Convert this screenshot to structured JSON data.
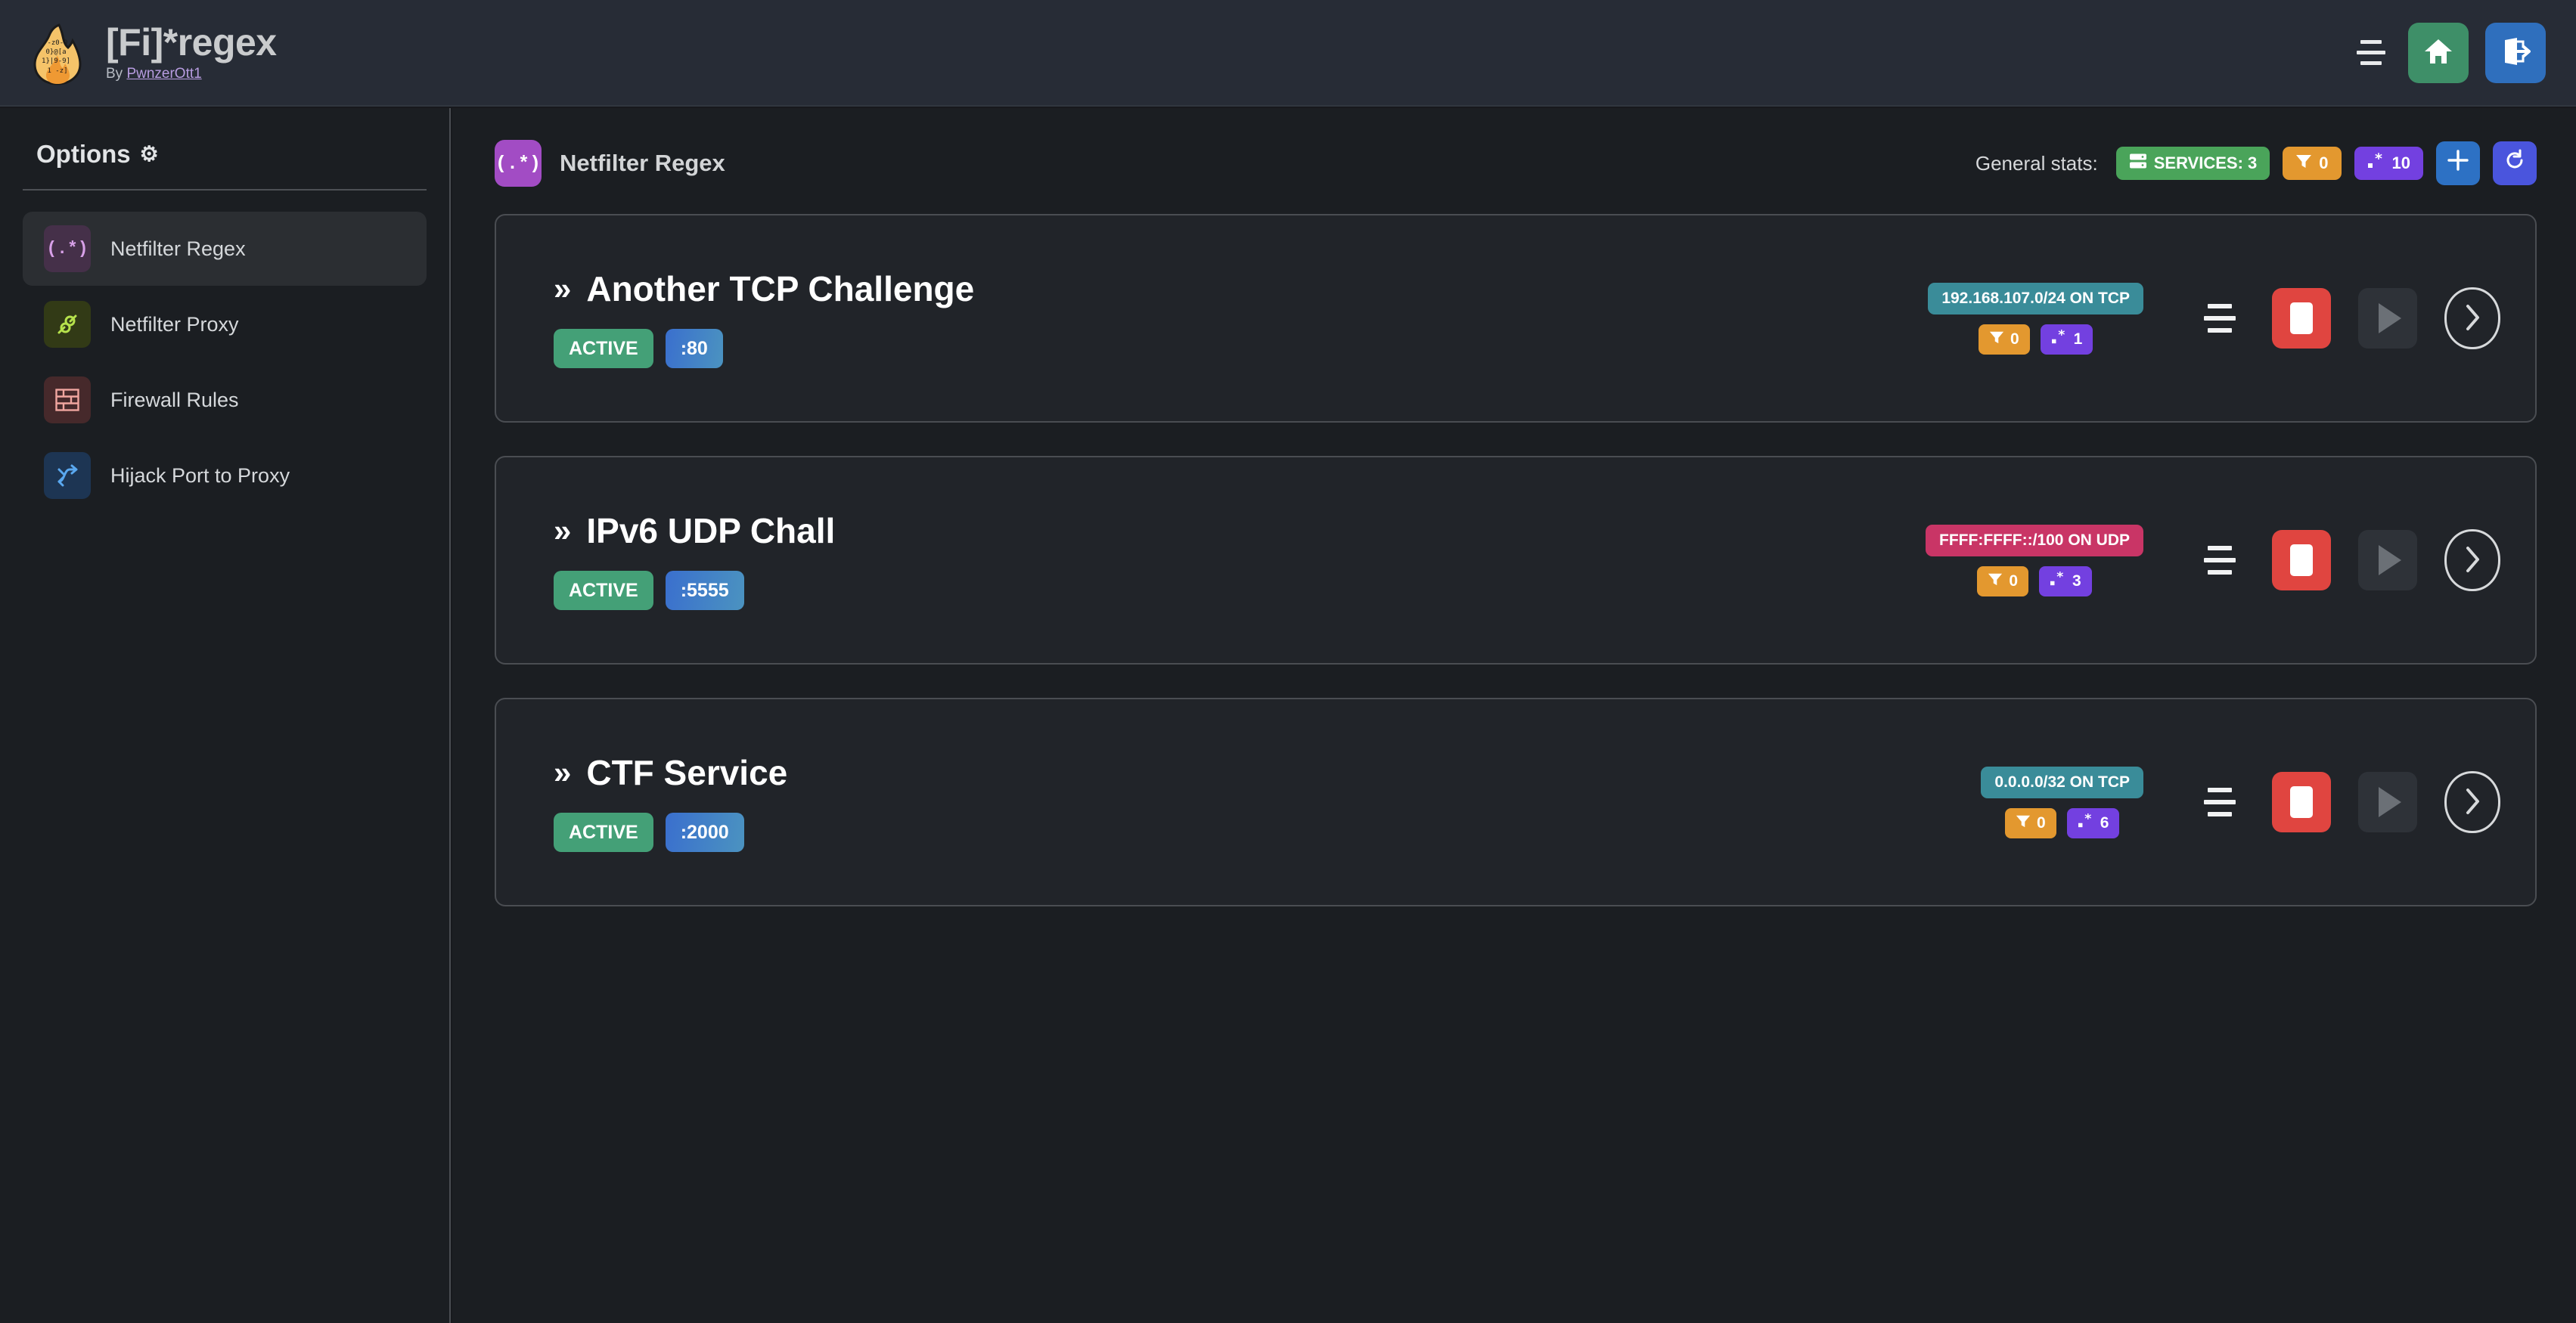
{
  "app": {
    "title": "[Fi]*regex",
    "by_prefix": "By ",
    "author": "PwnzerOtt1",
    "logo_icon": "flame-regex-logo"
  },
  "topbar": {
    "menu_icon": "hamburger-menu-icon",
    "home_icon": "home-icon",
    "logout_icon": "logout-icon",
    "home_color": "#3e8f68",
    "logout_color": "#2f6fbd"
  },
  "sidebar": {
    "title": "Options",
    "gear_icon": "gear-icon",
    "items": [
      {
        "label": "Netfilter Regex",
        "icon": "regex-icon",
        "glyph": "(.*)",
        "active": true
      },
      {
        "label": "Netfilter Proxy",
        "icon": "plug-icon",
        "glyph": "",
        "active": false
      },
      {
        "label": "Firewall Rules",
        "icon": "brick-wall-icon",
        "glyph": "",
        "active": false
      },
      {
        "label": "Hijack Port to Proxy",
        "icon": "fork-arrow-icon",
        "glyph": "",
        "active": false
      }
    ]
  },
  "main": {
    "page_icon": "regex-icon",
    "page_icon_glyph": "(.*)",
    "page_title": "Netfilter Regex",
    "stats": {
      "label": "General stats:",
      "services": {
        "icon": "server-icon",
        "label": "SERVICES: 3",
        "color": "#4aa45a"
      },
      "filters": {
        "icon": "filter-icon",
        "value": "0",
        "color": "#e3982f"
      },
      "regexes": {
        "icon": "regex-star-icon",
        "value": "10",
        "color": "#7340e0"
      }
    },
    "add_button": {
      "icon": "plus-icon",
      "label": "+",
      "color": "#2d71c4"
    },
    "refresh_button": {
      "icon": "refresh-icon",
      "label": "↻",
      "color": "#4a55dd"
    }
  },
  "services": [
    {
      "name": "Another TCP Challenge",
      "chevron": "»",
      "status": "ACTIVE",
      "port": ":80",
      "network": "192.168.107.0/24 ON TCP",
      "protocol": "TCP",
      "filters": "0",
      "regexes": "1",
      "drag_handle_icon": "drag-handle-icon",
      "stop_icon": "stop-icon",
      "play_icon": "play-icon",
      "open_icon": "chevron-right-icon"
    },
    {
      "name": "IPv6 UDP Chall",
      "chevron": "»",
      "status": "ACTIVE",
      "port": ":5555",
      "network": "FFFF:FFFF::/100 ON UDP",
      "protocol": "UDP",
      "filters": "0",
      "regexes": "3",
      "drag_handle_icon": "drag-handle-icon",
      "stop_icon": "stop-icon",
      "play_icon": "play-icon",
      "open_icon": "chevron-right-icon"
    },
    {
      "name": "CTF Service",
      "chevron": "»",
      "status": "ACTIVE",
      "port": ":2000",
      "network": "0.0.0.0/32 ON TCP",
      "protocol": "TCP",
      "filters": "0",
      "regexes": "6",
      "drag_handle_icon": "drag-handle-icon",
      "stop_icon": "stop-icon",
      "play_icon": "play-icon",
      "open_icon": "chevron-right-icon"
    }
  ],
  "colors": {
    "page_bg": "#1b1e22",
    "header_bg": "#272c36",
    "card_bg": "#212429",
    "card_border": "#4a4d52",
    "accent_purple": "#a24cc4",
    "status_active": "#44a077",
    "stop_red": "#e04540",
    "tcp_teal": "#3a8c99",
    "udp_pink": "#c93566"
  }
}
